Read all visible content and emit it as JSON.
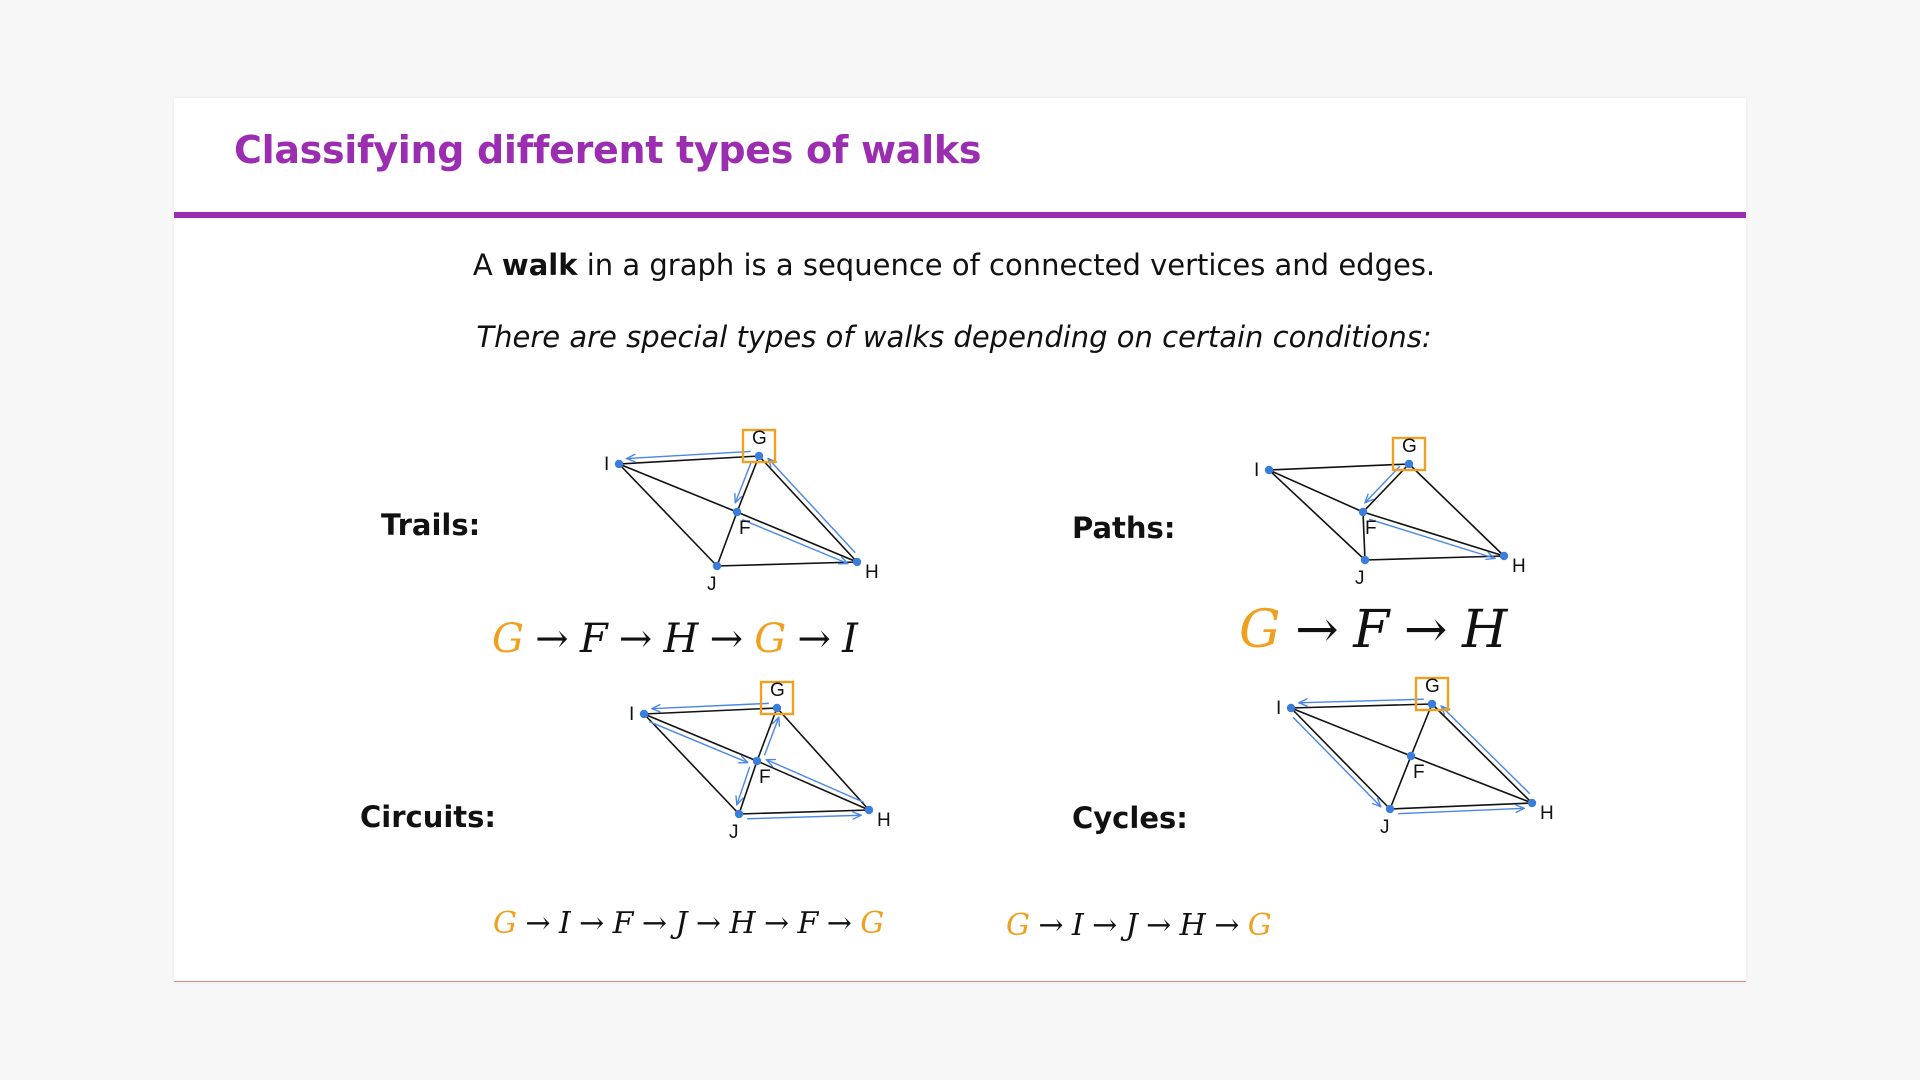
{
  "title": "Classifying different types of walks",
  "intro": {
    "prefix": "A ",
    "bold": "walk",
    "suffix": " in a graph is a sequence of connected vertices and edges."
  },
  "subline": "There are special types of walks depending on certain conditions:",
  "colors": {
    "accent": "#9a2db0",
    "highlight": "#f0a020",
    "walk_arrow": "#4a86e8",
    "vertex": "#3b7ddd"
  },
  "sections": [
    {
      "label": "Trails:",
      "vertex_labels": [
        "G",
        "I",
        "F",
        "H",
        "J"
      ],
      "sequence": [
        "G",
        "F",
        "H",
        "G",
        "I"
      ],
      "start_vertex": "G"
    },
    {
      "label": "Paths:",
      "vertex_labels": [
        "G",
        "I",
        "F",
        "H",
        "J"
      ],
      "sequence": [
        "G",
        "F",
        "H"
      ],
      "start_vertex": "G"
    },
    {
      "label": "Circuits:",
      "vertex_labels": [
        "G",
        "I",
        "F",
        "H",
        "J"
      ],
      "sequence": [
        "G",
        "I",
        "F",
        "J",
        "H",
        "F",
        "G"
      ],
      "start_vertex": "G"
    },
    {
      "label": "Cycles:",
      "vertex_labels": [
        "G",
        "I",
        "F",
        "H",
        "J"
      ],
      "sequence": [
        "G",
        "I",
        "J",
        "H",
        "G"
      ],
      "start_vertex": "G"
    }
  ]
}
